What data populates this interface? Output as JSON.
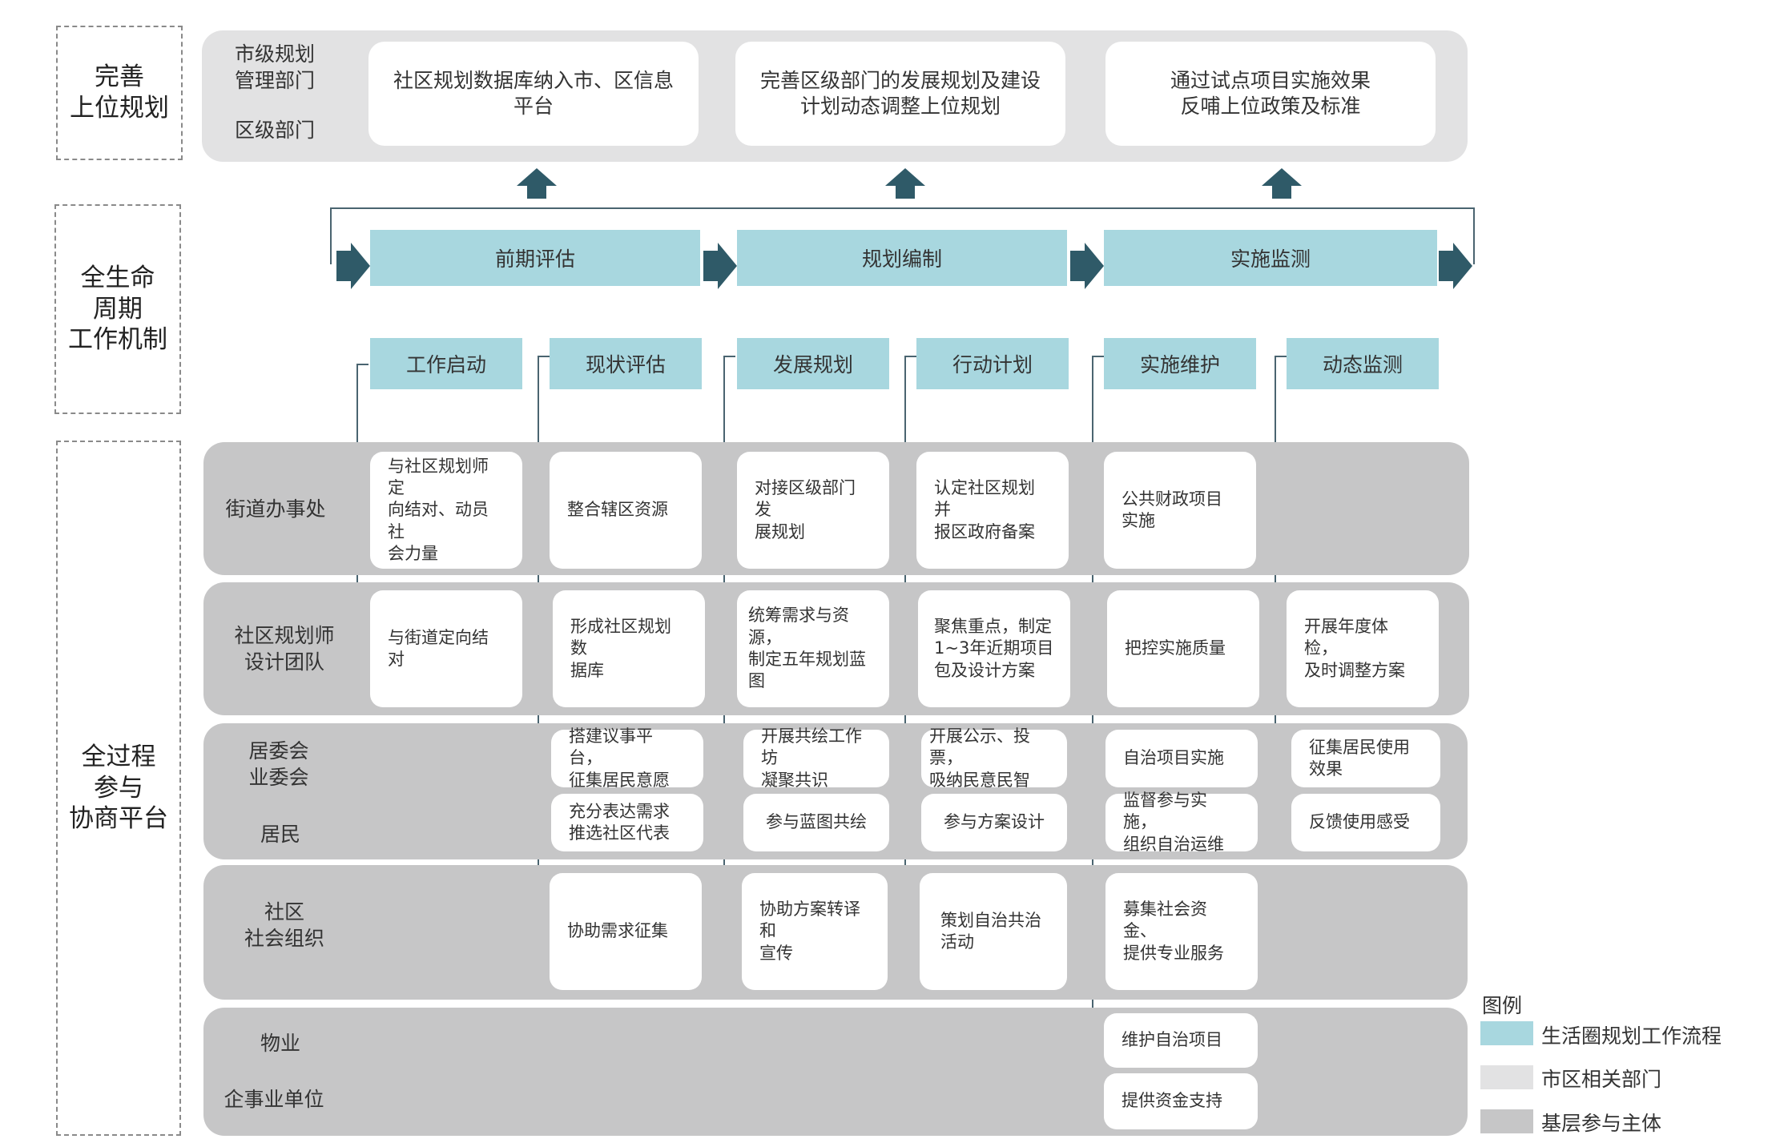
{
  "colors": {
    "flow": "#a8d7df",
    "city_band": "#e2e2e3",
    "grassroots_band": "#c6c6c7",
    "arrow": "#2f5a68"
  },
  "categories": {
    "upper": "完善\n上位规划",
    "lifecycle": "全生命\n周期\n工作机制",
    "process": "全过程\n参与\n协商平台"
  },
  "upper_band": {
    "label_city": "市级规划\n管理部门",
    "label_district": "区级部门",
    "cards": [
      "社区规划数据库纳入市、区信息\n平台",
      "完善区级部门的发展规划及建设\n计划动态调整上位规划",
      "通过试点项目实施效果\n反哺上位政策及标准"
    ]
  },
  "phases": [
    "前期评估",
    "规划编制",
    "实施监测"
  ],
  "steps": [
    "工作启动",
    "现状评估",
    "发展规划",
    "行动计划",
    "实施维护",
    "动态监测"
  ],
  "rows": {
    "street": {
      "label": "街道办事处",
      "cards": [
        "与社区规划师定\n向结对、动员社\n会力量",
        "整合辖区资源",
        "对接区级部门发\n展规划",
        "认定社区规划并\n报区政府备案",
        "公共财政项目\n实施"
      ]
    },
    "planner": {
      "label": "社区规划师\n设计团队",
      "cards": [
        "与街道定向结对",
        "形成社区规划数\n据库",
        "统筹需求与资源，\n制定五年规划蓝\n图",
        "聚焦重点，制定\n1~3年近期项目\n包及设计方案",
        "把控实施质量",
        "开展年度体检，\n及时调整方案"
      ]
    },
    "residents": {
      "label_committee": "居委会\n业委会",
      "label_residents": "居民",
      "cards_top": [
        "搭建议事平台，\n征集居民意愿",
        "开展共绘工作坊\n凝聚共识",
        "开展公示、投票，\n吸纳民意民智",
        "自治项目实施",
        "征集居民使用\n效果"
      ],
      "cards_bottom": [
        "充分表达需求\n推选社区代表",
        "参与蓝图共绘",
        "参与方案设计",
        "监督参与实施，\n组织自治运维",
        "反馈使用感受"
      ]
    },
    "social": {
      "label": "社区\n社会组织",
      "cards": [
        "协助需求征集",
        "协助方案转译和\n宣传",
        "策划自治共治\n活动",
        "募集社会资金、\n提供专业服务"
      ]
    },
    "property": {
      "label_property": "物业",
      "label_enterprise": "企事业单位",
      "cards": [
        "维护自治项目",
        "提供资金支持"
      ]
    }
  },
  "legend": {
    "title": "图例",
    "items": [
      "生活圈规划工作流程",
      "市区相关部门",
      "基层参与主体"
    ]
  }
}
